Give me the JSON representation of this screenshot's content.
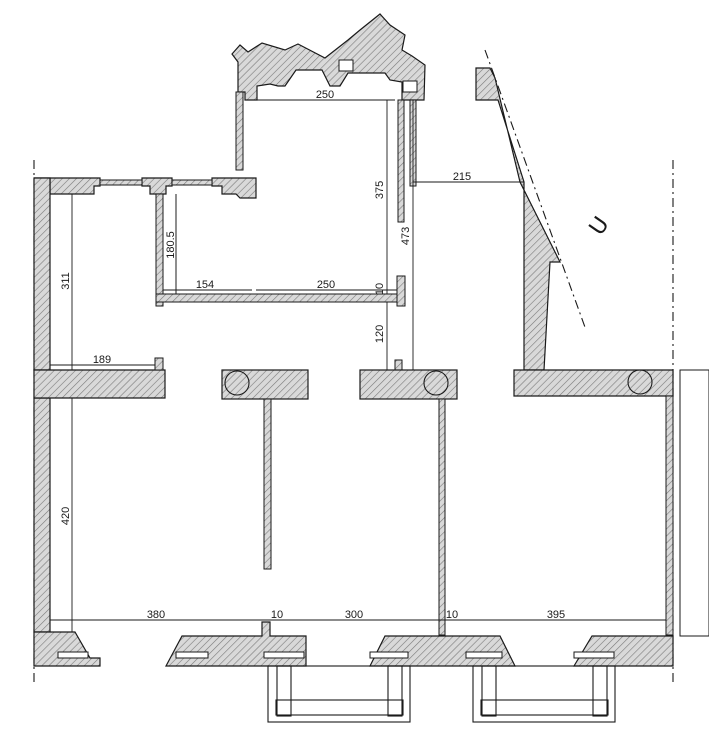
{
  "plan": {
    "north_symbol": "U",
    "dimensions": {
      "top_room_width": "250",
      "top_room_height": "375",
      "corridor_height": "473",
      "right_gap": "215",
      "left_room_height": "180.5",
      "left_room_width": "154",
      "mid_room_width": "250",
      "partition_thickness": "10",
      "partition_lower": "120",
      "west_upper_height": "311",
      "west_upper_width": "189",
      "west_lower_height": "420",
      "bottom_left_width": "380",
      "bottom_wall_a": "10",
      "bottom_mid_width": "300",
      "bottom_wall_b": "10",
      "bottom_right_width": "395"
    }
  }
}
